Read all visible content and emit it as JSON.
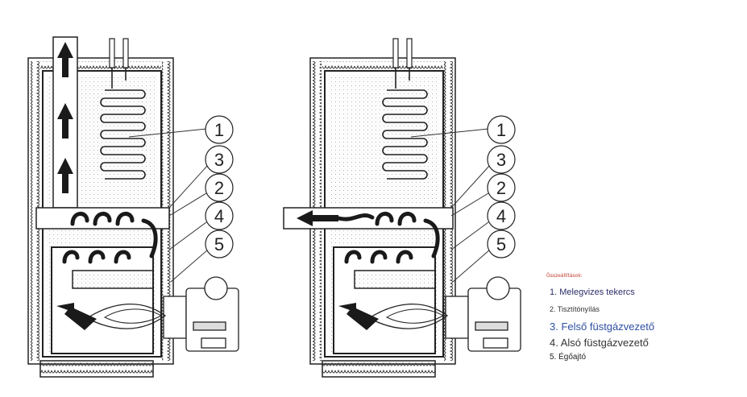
{
  "diagram": {
    "callouts": [
      "1",
      "3",
      "2",
      "4",
      "5"
    ]
  },
  "legend": {
    "title": "Összeállítások:",
    "items": [
      "1. Melegvizes tekercs",
      "2. Tisztítónyílás",
      "3. Felső füstgázvezető",
      "4. Alsó füstgázvezető",
      "5. Égőajtó"
    ]
  },
  "colors": {
    "line": "#222222",
    "arrow": "#1a1a1a",
    "legend_title": "#c0392b",
    "legend_item_blue": "#2f4fa3",
    "legend_item_navy": "#2c2c6a"
  }
}
